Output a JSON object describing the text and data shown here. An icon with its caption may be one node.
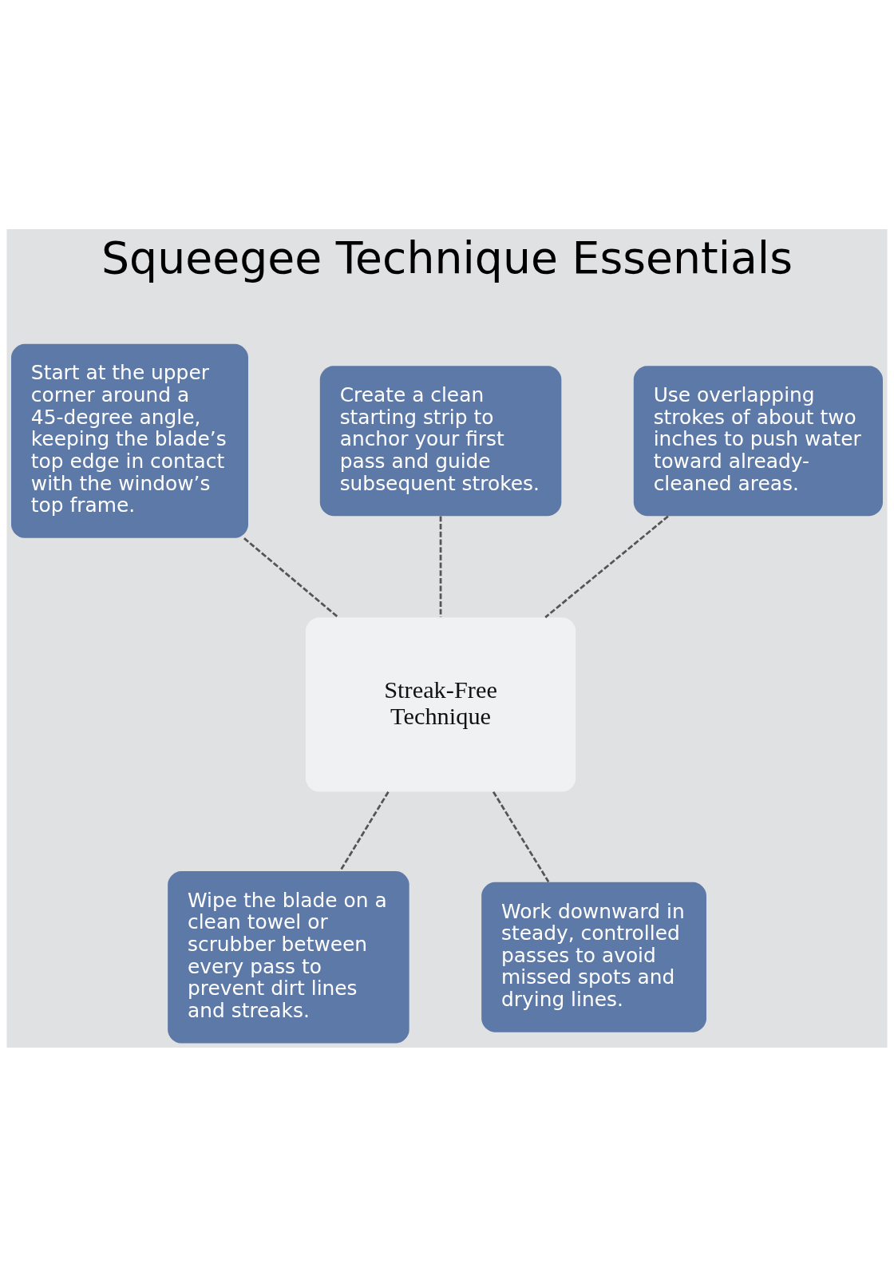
{
  "diagram": {
    "title": "Squeegee Technique Essentials",
    "nodes": [
      {
        "text": [
          "Start at the upper corner around a 45-degree angle, keeping the blade’s top edge in contact with the window’s top frame."
        ]
      },
      {
        "text": [
          "Create a clean starting strip to anchor your first pass and guide subsequent strokes."
        ]
      },
      {
        "text": [
          "Use overlapping strokes of about two inches to push water toward already-cleaned areas."
        ]
      },
      {
        "text": [
          "Streak-Free Technique"
        ]
      },
      {
        "text": [
          "Wipe the blade on a clean towel or scrubber between every pass to prevent dirt lines and streaks."
        ]
      },
      {
        "text": [
          "Work downward in steady, controlled passes to avoid missed spots and drying lines."
        ]
      }
    ],
    "edges": [
      {
        "from": 0,
        "to": 3,
        "arrow": "none",
        "style": "dashed"
      },
      {
        "from": 1,
        "to": 3,
        "arrow": "none",
        "style": "dashed"
      },
      {
        "from": 2,
        "to": 3,
        "arrow": "none",
        "style": "dashed"
      },
      {
        "from": 3,
        "to": 4,
        "arrow": "none",
        "style": "dashed"
      },
      {
        "from": 3,
        "to": 5,
        "arrow": "none",
        "style": "dashed"
      }
    ]
  }
}
